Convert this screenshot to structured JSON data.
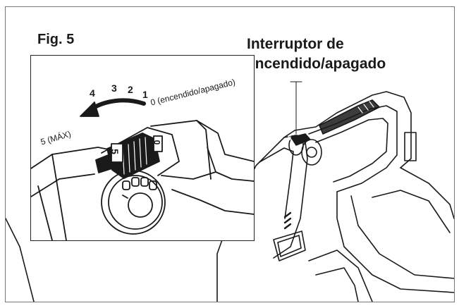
{
  "figure": {
    "title": "Fig. 5",
    "callout_line1": "Interruptor de",
    "callout_line2": "encendido/apagado"
  },
  "dial": {
    "marks": [
      "4",
      "3",
      "2",
      "1"
    ],
    "off_label": "0 (encendido/apagado)",
    "max_label": "5 (MÁX)",
    "knob_digit_left": "5",
    "knob_digit_right": "0",
    "small_knob_digit": "5"
  }
}
